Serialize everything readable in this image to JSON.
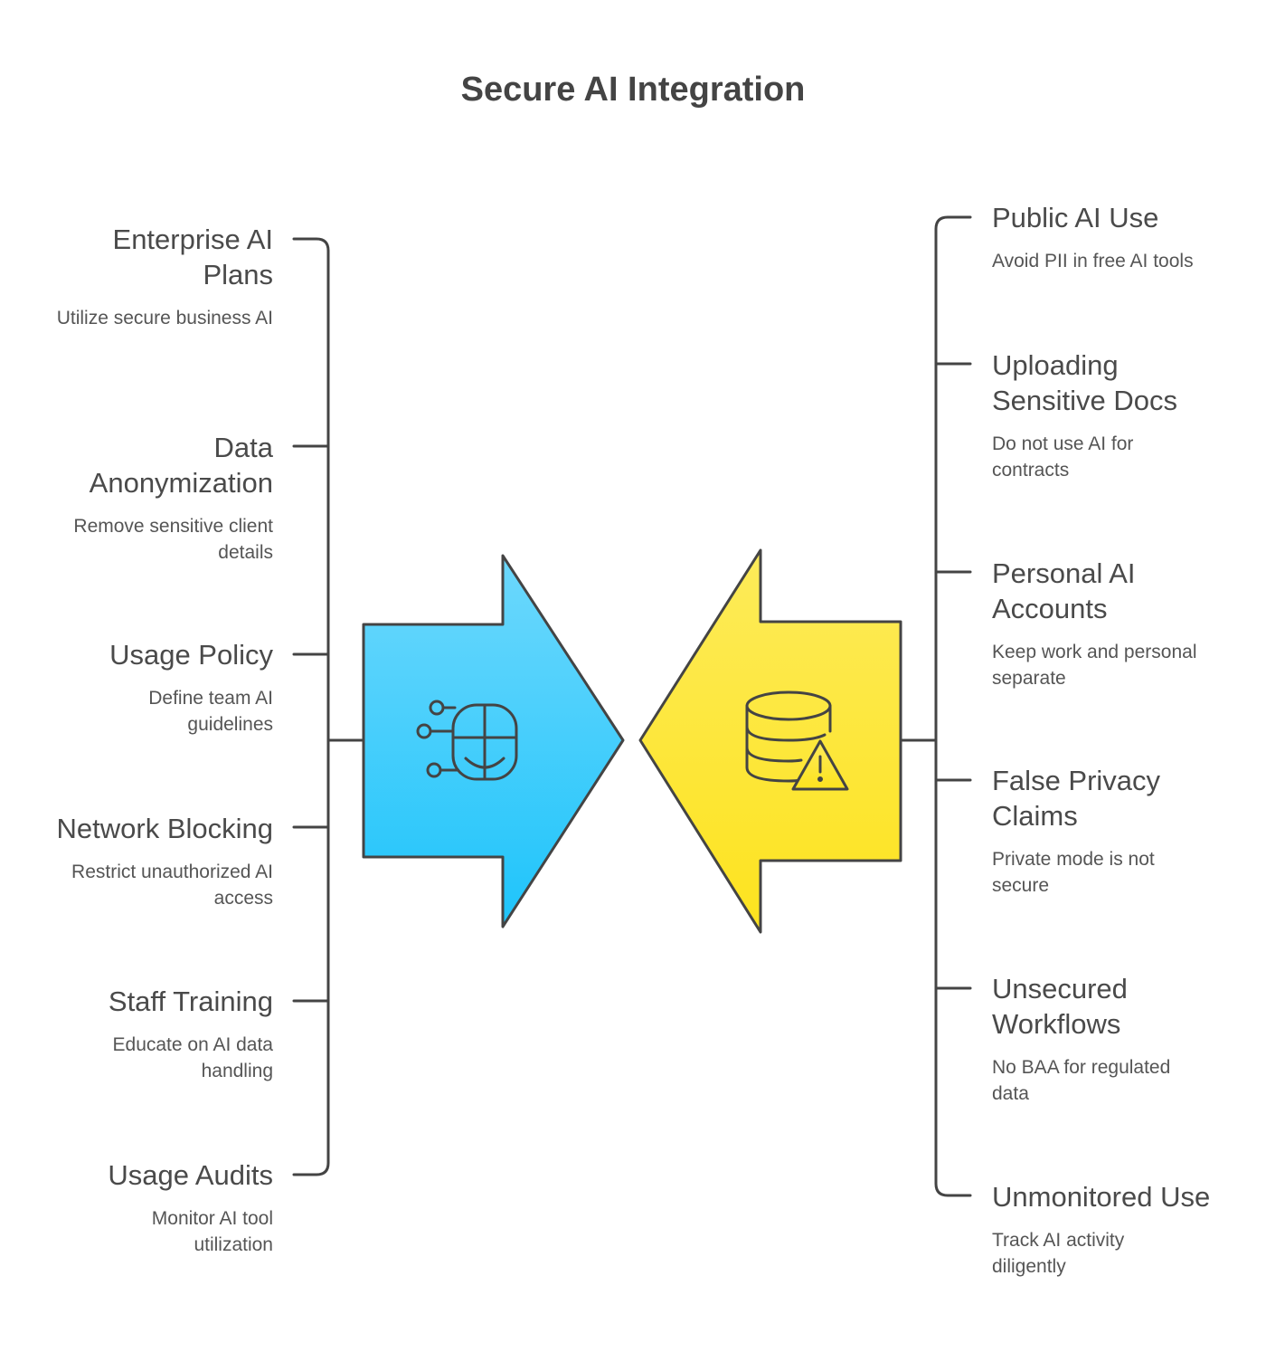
{
  "title": "Secure AI Integration",
  "left_items": [
    {
      "heading": "Enterprise AI Plans",
      "description": "Utilize secure business AI"
    },
    {
      "heading": "Data Anonymization",
      "description": "Remove sensitive client details"
    },
    {
      "heading": "Usage Policy",
      "description": "Define team AI guidelines"
    },
    {
      "heading": "Network Blocking",
      "description": "Restrict unauthorized AI access"
    },
    {
      "heading": "Staff Training",
      "description": "Educate on AI data handling"
    },
    {
      "heading": "Usage Audits",
      "description": "Monitor AI tool utilization"
    }
  ],
  "right_items": [
    {
      "heading": "Public AI Use",
      "description": "Avoid PII in free AI tools"
    },
    {
      "heading": "Uploading Sensitive Docs",
      "description": "Do not use AI for contracts"
    },
    {
      "heading": "Personal AI Accounts",
      "description": "Keep work and personal separate"
    },
    {
      "heading": "False Privacy Claims",
      "description": "Private mode is not secure"
    },
    {
      "heading": "Unsecured Workflows",
      "description": "No BAA for regulated data"
    },
    {
      "heading": "Unmonitored Use",
      "description": "Track AI activity diligently"
    }
  ],
  "colors": {
    "left_arrow_top": "#6dd8fc",
    "left_arrow_bottom": "#1ec4fb",
    "right_arrow_top": "#fdeb5a",
    "right_arrow_bottom": "#fde31e",
    "stroke": "#444444"
  },
  "icons": {
    "left_arrow": "ai-face-circuit-icon",
    "right_arrow": "database-warning-icon"
  }
}
